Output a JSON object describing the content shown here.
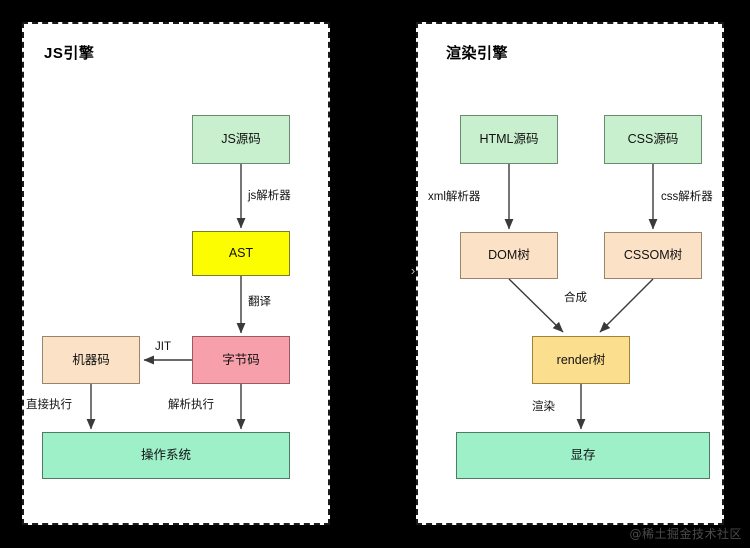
{
  "diagram": {
    "title_left": "JS引擎",
    "title_right": "渲染引擎",
    "watermark": "@稀土掘金技术社区",
    "divider_marker": "›",
    "colors": {
      "source_green": "#c8f0ce",
      "output_mint": "#9df0c8",
      "ast_yellow": "#fdfd02",
      "bytecode_pink": "#f7a0ab",
      "tree_peach": "#fbe2c6",
      "render_amber": "#fbdf8e",
      "panel_border": "#1a1a1a",
      "arrow": "#3a3a3a",
      "background": "#ffffff"
    }
  },
  "js_engine": {
    "panel_label": "JS引擎",
    "nodes": [
      {
        "id": "js-source",
        "label": "JS源码",
        "color": "green"
      },
      {
        "id": "ast",
        "label": "AST",
        "color": "yellow"
      },
      {
        "id": "bytecode",
        "label": "字节码",
        "color": "pink"
      },
      {
        "id": "machinecode",
        "label": "机器码",
        "color": "peach"
      },
      {
        "id": "os",
        "label": "操作系统",
        "color": "mint"
      }
    ],
    "edges": [
      {
        "from": "js-source",
        "to": "ast",
        "label": "js解析器"
      },
      {
        "from": "ast",
        "to": "bytecode",
        "label": "翻译"
      },
      {
        "from": "bytecode",
        "to": "machinecode",
        "label": "JIT"
      },
      {
        "from": "machinecode",
        "to": "os",
        "label": "直接执行"
      },
      {
        "from": "bytecode",
        "to": "os",
        "label": "解析执行"
      }
    ]
  },
  "render_engine": {
    "panel_label": "渲染引擎",
    "nodes": [
      {
        "id": "html-source",
        "label": "HTML源码",
        "color": "green"
      },
      {
        "id": "css-source",
        "label": "CSS源码",
        "color": "green"
      },
      {
        "id": "dom-tree",
        "label": "DOM树",
        "color": "peach"
      },
      {
        "id": "cssom-tree",
        "label": "CSSOM树",
        "color": "peach"
      },
      {
        "id": "render-tree",
        "label": "render树",
        "color": "amber"
      },
      {
        "id": "vram",
        "label": "显存",
        "color": "mint"
      }
    ],
    "edges": [
      {
        "from": "html-source",
        "to": "dom-tree",
        "label": "xml解析器"
      },
      {
        "from": "css-source",
        "to": "cssom-tree",
        "label": "css解析器"
      },
      {
        "from": "dom-tree",
        "to": "render-tree",
        "label": "合成"
      },
      {
        "from": "cssom-tree",
        "to": "render-tree",
        "label": ""
      },
      {
        "from": "render-tree",
        "to": "vram",
        "label": "渲染"
      }
    ]
  }
}
